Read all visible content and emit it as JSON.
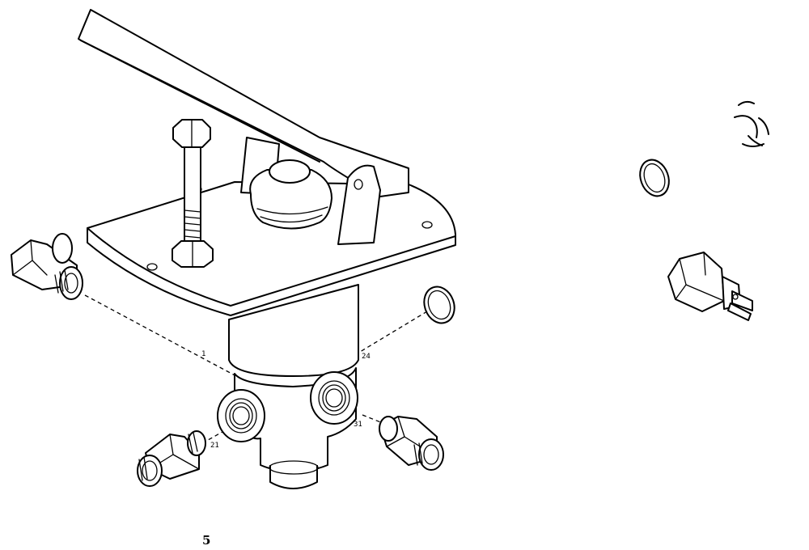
{
  "figure": {
    "number": "5",
    "port_labels": {
      "port_1": "1",
      "port_21": "21",
      "port_24": "24",
      "port_31": "31"
    },
    "colors": {
      "line": "#000000",
      "background": "#ffffff"
    }
  }
}
